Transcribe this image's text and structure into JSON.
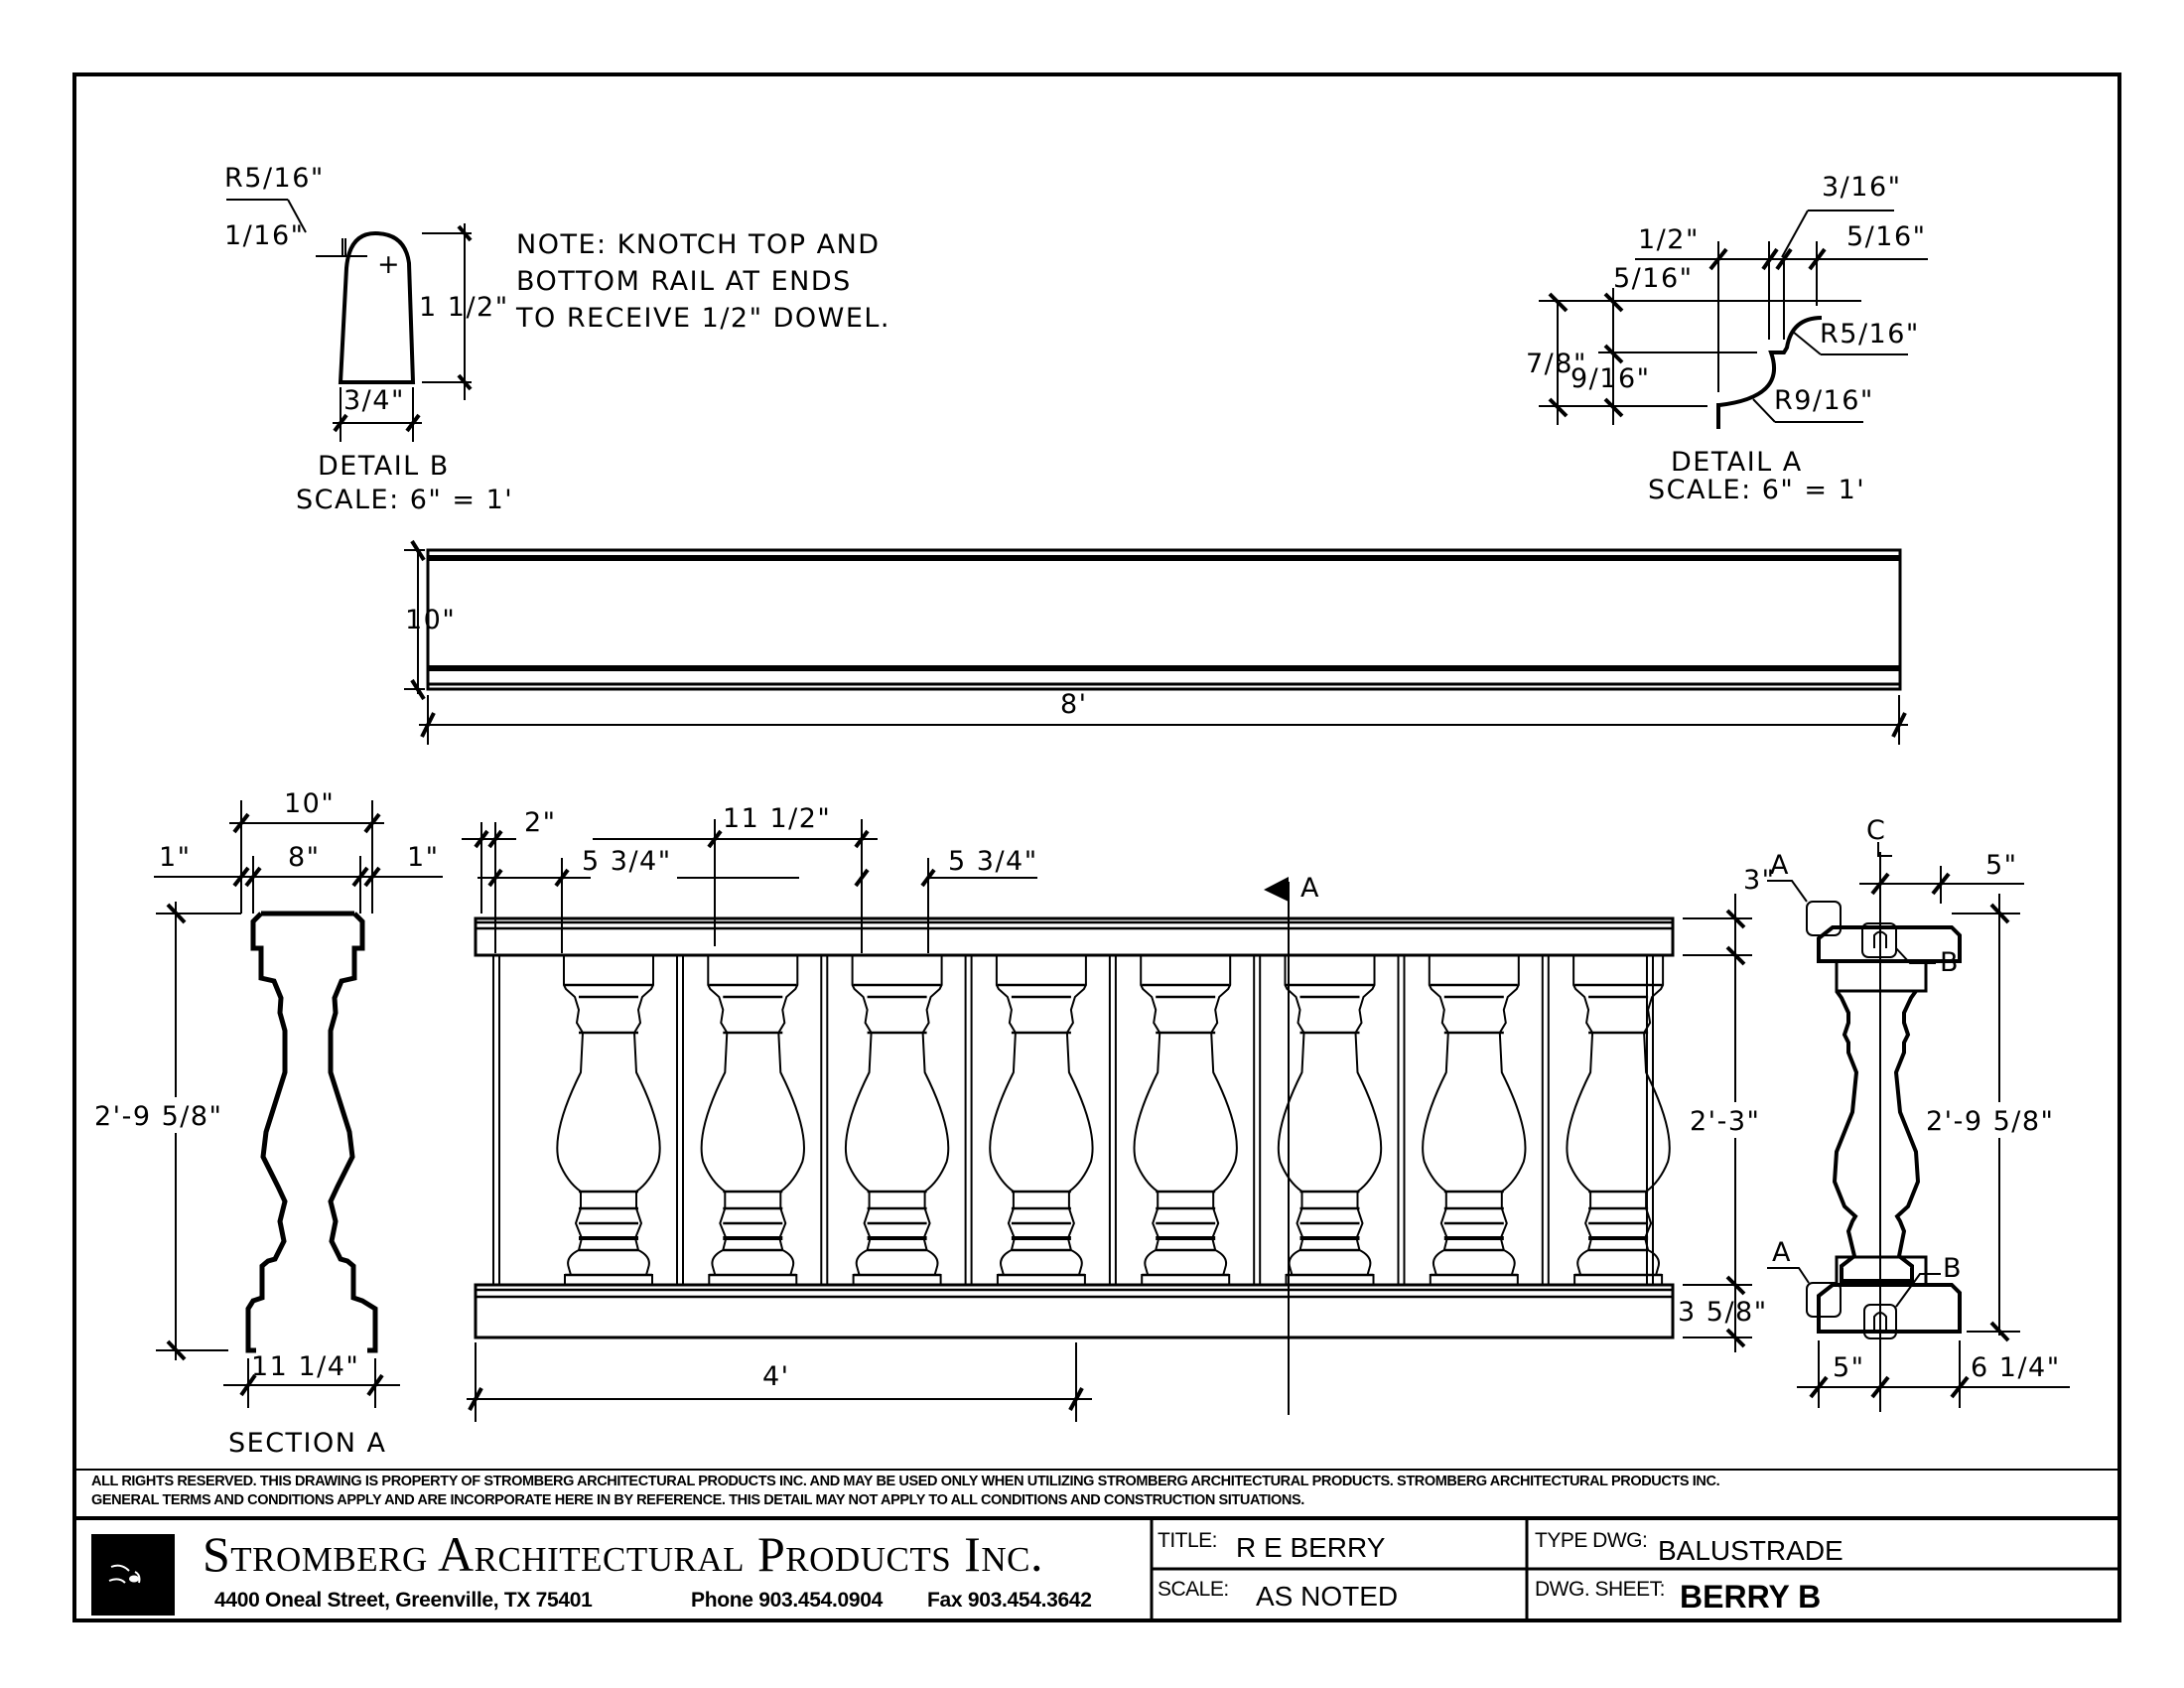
{
  "detail_b": {
    "radius_label": "R5/16\"",
    "offset_label": "1/16\"",
    "height_label": "1 1/2\"",
    "width_label": "3/4\"",
    "title": "DETAIL  B",
    "scale": "SCALE: 6\" = 1'"
  },
  "note": {
    "lines": [
      "NOTE: KNOTCH TOP AND",
      "BOTTOM RAIL AT ENDS",
      "TO RECEIVE 1/2\" DOWEL."
    ]
  },
  "detail_a": {
    "dims": {
      "d1": "3/16\"",
      "d2": "1/2\"",
      "d3": "5/16\"",
      "d4": "5/16\"",
      "d5": "7/8\"",
      "d6": "9/16\"",
      "r1": "R5/16\"",
      "r2": "R9/16\""
    },
    "title": "DETAIL  A",
    "scale": "SCALE: 6\" = 1'"
  },
  "rail_plan": {
    "height_label": "10\"",
    "length_label": "8'"
  },
  "section_a": {
    "overall_width": "10\"",
    "inner_width": "8\"",
    "left_offset": "1\"",
    "right_offset": "1\"",
    "height": "2'-9 5/8\"",
    "base_width": "11 1/4\"",
    "title": "SECTION  A"
  },
  "elevation": {
    "dim_end": "2\"",
    "dim_spacing_1": "5 3/4\"",
    "dim_on_center": "11 1/2\"",
    "dim_spacing_2": "5 3/4\"",
    "section_marker": "A",
    "top_rail_height": "3\"",
    "baluster_height": "2'-3\"",
    "bottom_rail_height": "3 5/8\"",
    "half_length": "4'",
    "baluster_count": 8
  },
  "side_view": {
    "centerline": "CL",
    "top_half_width": "5\"",
    "callout_a": "A",
    "callout_b": "B",
    "height": "2'-9 5/8\"",
    "bottom_half_width": "5\"",
    "bottom_other": "6 1/4\""
  },
  "legal": {
    "line1": "ALL RIGHTS RESERVED. THIS DRAWING IS PROPERTY OF STROMBERG ARCHITECTURAL PRODUCTS INC. AND MAY BE USED ONLY WHEN UTILIZING STROMBERG ARCHITECTURAL PRODUCTS.  STROMBERG ARCHITECTURAL PRODUCTS INC.",
    "line2": "GENERAL TERMS AND CONDITIONS APPLY AND ARE INCORPORATE HERE IN BY REFERENCE.  THIS DETAIL MAY NOT APPLY TO ALL CONDITIONS AND CONSTRUCTION SITUATIONS."
  },
  "title_block": {
    "company": "Stromberg Architectural Products Inc.",
    "address": "4400 Oneal Street, Greenville, TX  75401",
    "phone": "Phone 903.454.0904",
    "fax": "Fax 903.454.3642",
    "title_label": "TITLE:",
    "title_value": "R E BERRY",
    "scale_label": "SCALE:",
    "scale_value": "AS NOTED",
    "type_label": "TYPE DWG:",
    "type_value": "BALUSTRADE",
    "sheet_label": "DWG. SHEET:",
    "sheet_value": "BERRY B"
  }
}
